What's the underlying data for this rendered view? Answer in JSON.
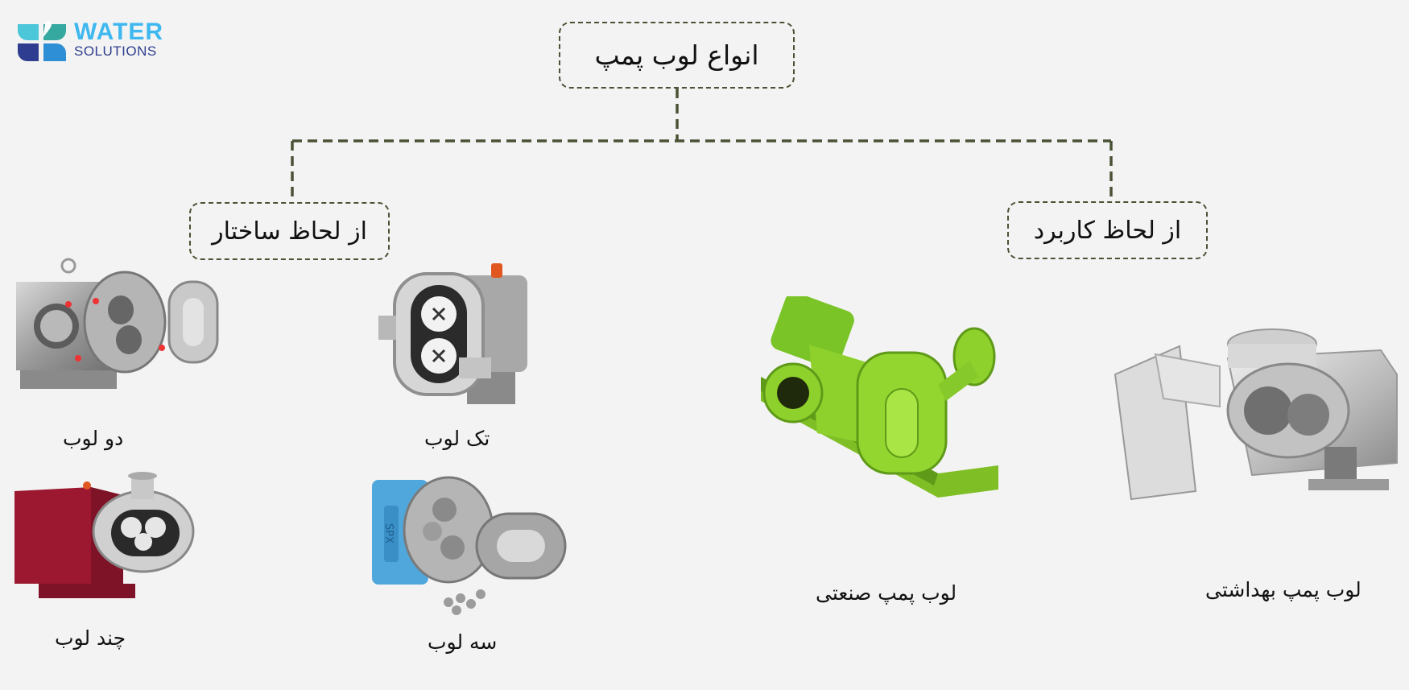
{
  "logo": {
    "line1": "WATER",
    "line2": "SOLUTIONS"
  },
  "root": {
    "title": "انواع لوب پمپ"
  },
  "categories": {
    "structure": {
      "label": "از لحاظ ساختار"
    },
    "usage": {
      "label": "از لحاظ کاربرد"
    }
  },
  "items": {
    "two_lobe": "دو لوب",
    "single_lobe": "تک لوب",
    "multi_lobe": "چند لوب",
    "three_lobe": "سه لوب",
    "industrial": "لوب پمپ صنعتی",
    "sanitary": "لوب پمپ بهداشتی"
  },
  "image_text": {
    "spx_brand": "SPX"
  },
  "colors": {
    "connector": "#4a5236",
    "logo_light": "#3fb8ef",
    "logo_dark": "#2e3d8f",
    "industrial_pump": "#8ed12c",
    "multi_lobe_body": "#9b1830",
    "three_lobe_body": "#4fa7dc"
  }
}
